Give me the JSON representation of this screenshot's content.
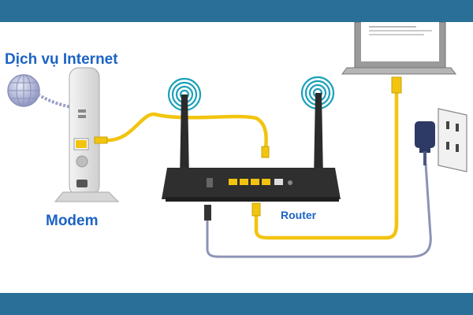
{
  "labels": {
    "internet_service": "Dịch vụ Internet",
    "modem": "Modem",
    "router": "Router"
  },
  "colors": {
    "frame": "#2a6f97",
    "label": "#1c63c4",
    "ethernet_cable": "#f2c40f",
    "power_cable": "#8d93b4",
    "device_body": "#2b2b2b",
    "wifi_signal": "#1aa0b8"
  },
  "icons": [
    "globe-icon",
    "wifi-signal-icon",
    "power-adapter-icon",
    "wall-outlet-icon",
    "laptop-icon"
  ]
}
